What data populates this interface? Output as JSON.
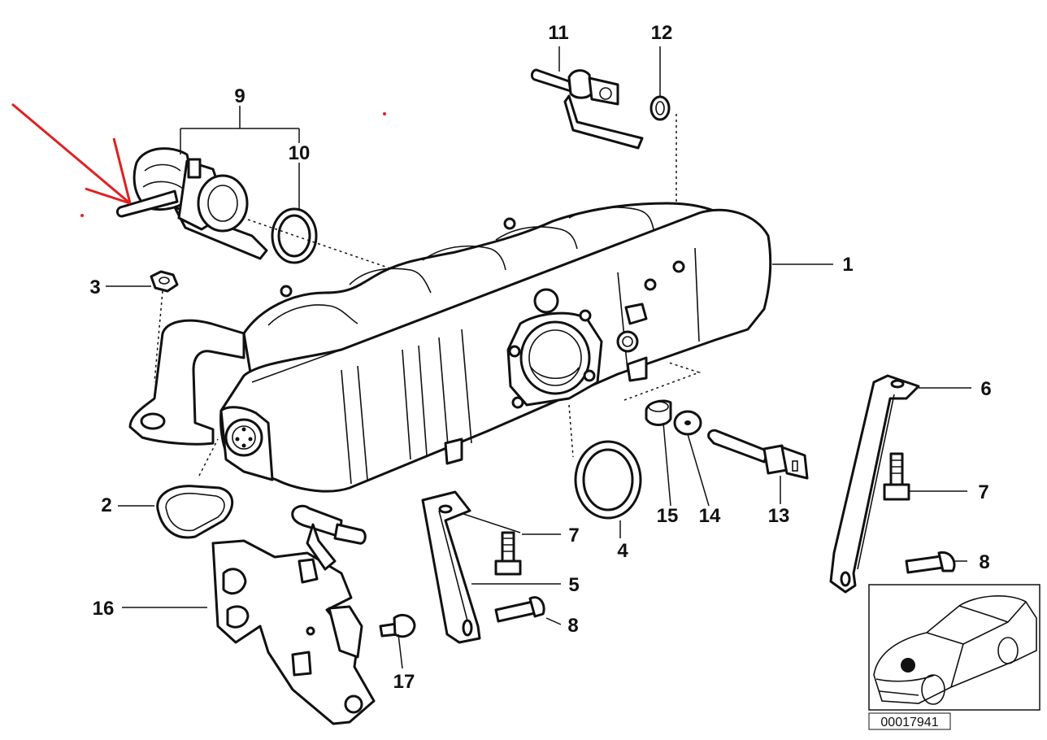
{
  "diagram": {
    "reference_number": "00017941",
    "callouts": [
      {
        "id": "1",
        "text": "1"
      },
      {
        "id": "2",
        "text": "2"
      },
      {
        "id": "3",
        "text": "3"
      },
      {
        "id": "4",
        "text": "4"
      },
      {
        "id": "5",
        "text": "5"
      },
      {
        "id": "6",
        "text": "6"
      },
      {
        "id": "7a",
        "text": "7"
      },
      {
        "id": "7b",
        "text": "7"
      },
      {
        "id": "8a",
        "text": "8"
      },
      {
        "id": "8b",
        "text": "8"
      },
      {
        "id": "9",
        "text": "9"
      },
      {
        "id": "10",
        "text": "10"
      },
      {
        "id": "11",
        "text": "11"
      },
      {
        "id": "12",
        "text": "12"
      },
      {
        "id": "13",
        "text": "13"
      },
      {
        "id": "14",
        "text": "14"
      },
      {
        "id": "15",
        "text": "15"
      },
      {
        "id": "16",
        "text": "16"
      },
      {
        "id": "17",
        "text": "17"
      }
    ],
    "colors": {
      "line": "#111111",
      "arrow": "#e02020",
      "background": "#ffffff"
    },
    "icons": [
      "car-location-icon",
      "red-arrow-icon"
    ]
  }
}
